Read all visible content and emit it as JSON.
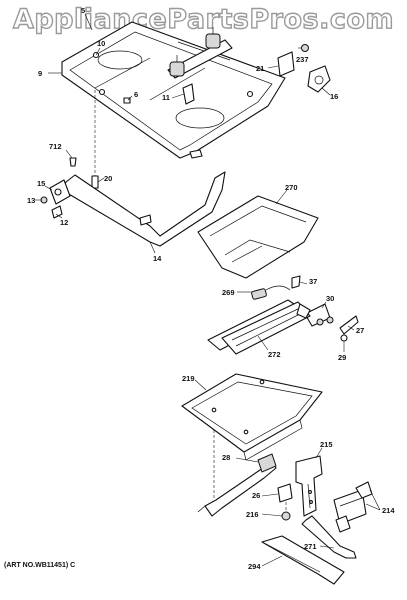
{
  "watermark": "AppliancePartsPros.com",
  "art_number": "(ART NO.WB11451) C",
  "callouts": [
    {
      "label": "5"
    },
    {
      "label": "9"
    },
    {
      "label": "10"
    },
    {
      "label": "6"
    },
    {
      "label": "11"
    },
    {
      "label": "21"
    },
    {
      "label": "237"
    },
    {
      "label": "16"
    },
    {
      "label": "712"
    },
    {
      "label": "20"
    },
    {
      "label": "15"
    },
    {
      "label": "13"
    },
    {
      "label": "12"
    },
    {
      "label": "14"
    },
    {
      "label": "270"
    },
    {
      "label": "37"
    },
    {
      "label": "269"
    },
    {
      "label": "30"
    },
    {
      "label": "27"
    },
    {
      "label": "29"
    },
    {
      "label": "272"
    },
    {
      "label": "219"
    },
    {
      "label": "215"
    },
    {
      "label": "28"
    },
    {
      "label": "26"
    },
    {
      "label": "216"
    },
    {
      "label": "214"
    },
    {
      "label": "271"
    },
    {
      "label": "294"
    }
  ]
}
